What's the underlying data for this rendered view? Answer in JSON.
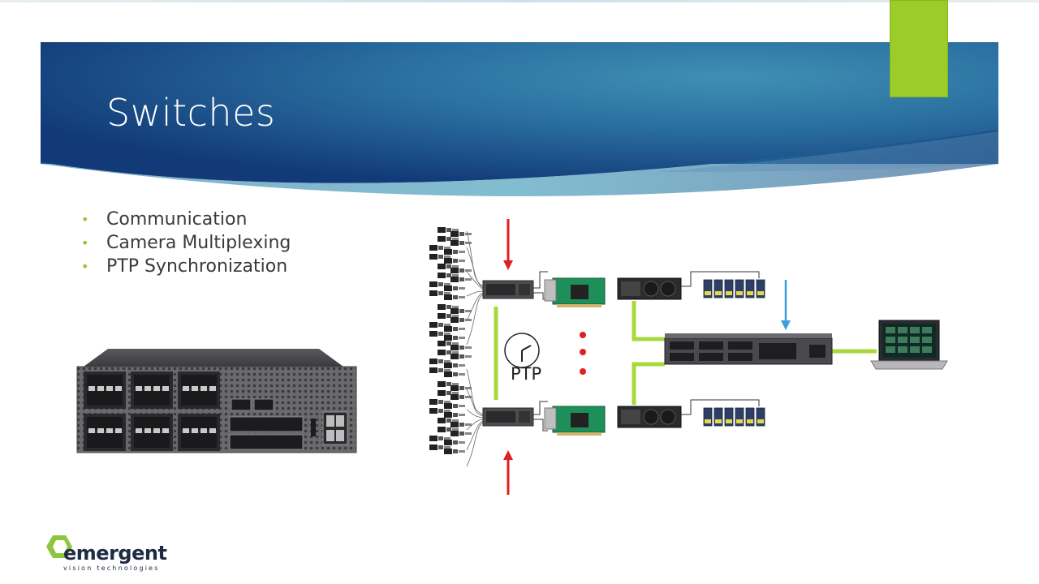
{
  "slide": {
    "title": "Switches",
    "bullets": [
      {
        "text": "Communication"
      },
      {
        "text": "Camera Multiplexing"
      },
      {
        "text": "PTP Synchronization"
      }
    ]
  },
  "diagram": {
    "ptp_label": "PTP"
  },
  "logo": {
    "name": "emergent",
    "tagline": "vision technologies"
  },
  "colors": {
    "accent": "#9ccc2a",
    "banner_dark": "#1d4c86",
    "banner_light": "#2e8fb0",
    "bullet": "#8dc63f",
    "link_green": "#a8d83c",
    "arrow_red": "#e02020",
    "arrow_blue": "#3aa0dc"
  }
}
